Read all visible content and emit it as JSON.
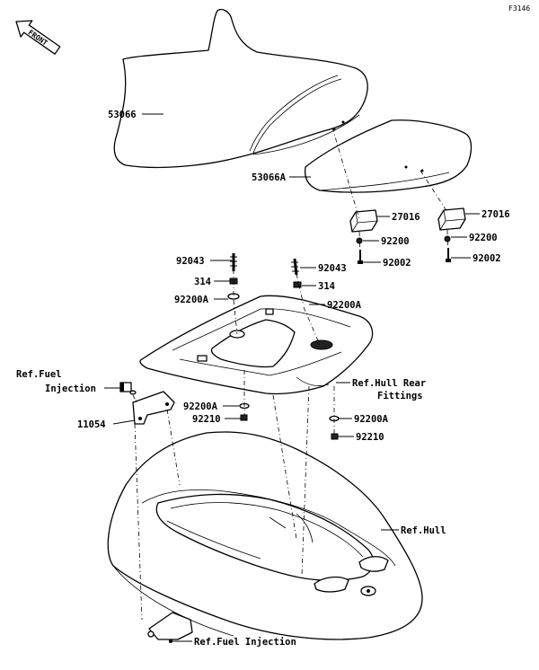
{
  "figure_code": "F3146",
  "front_arrow_text": "FRONT",
  "labels": {
    "seat_front": "53066",
    "seat_rear": "53066A",
    "stopper_left": "27016",
    "stopper_right": "27016",
    "washer_left_stopper": "92200",
    "washer_right_stopper": "92200",
    "bolt_left_stopper": "92002",
    "bolt_right_stopper": "92002",
    "stud_left": "92043",
    "stud_right": "92043",
    "nut_left": "314",
    "nut_right": "314",
    "washer_a_left_top": "92200A",
    "washer_a_right_top": "92200A",
    "washer_a_left_bottom": "92200A",
    "washer_a_right_bottom": "92200A",
    "nut_92210_left": "92210",
    "nut_92210_right": "92210",
    "bracket": "11054",
    "ref_fuel_injection_top_1": "Ref.Fuel",
    "ref_fuel_injection_top_2": "Injection",
    "ref_hull_rear_fittings_1": "Ref.Hull Rear",
    "ref_hull_rear_fittings_2": "Fittings",
    "ref_hull": "Ref.Hull",
    "ref_fuel_injection_bottom": "Ref.Fuel Injection"
  }
}
